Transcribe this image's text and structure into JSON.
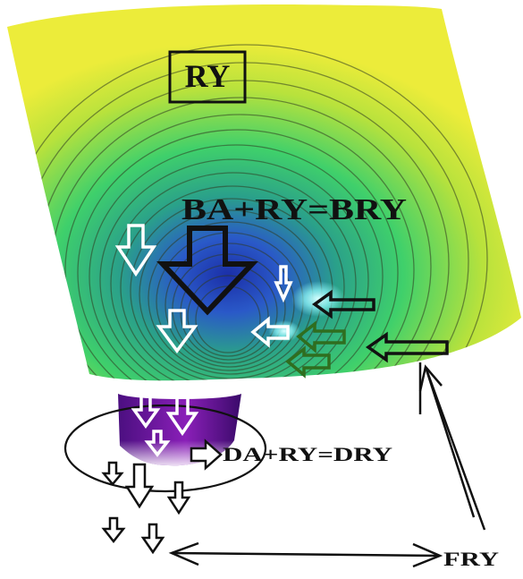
{
  "labels": {
    "ry": "RY",
    "bry_equation": "BA+RY=BRY",
    "dry_equation": "DA+RY=DRY",
    "fry": "FRY"
  },
  "colors": {
    "surface_rim": "#e9e83a",
    "surface_mid": "#3fd06b",
    "surface_deep": "#2a59c8",
    "tube": "#6b1d9e",
    "highlight": "#8ef6f6",
    "outline": "#111111",
    "green_arrow": "#2f6e1f"
  }
}
